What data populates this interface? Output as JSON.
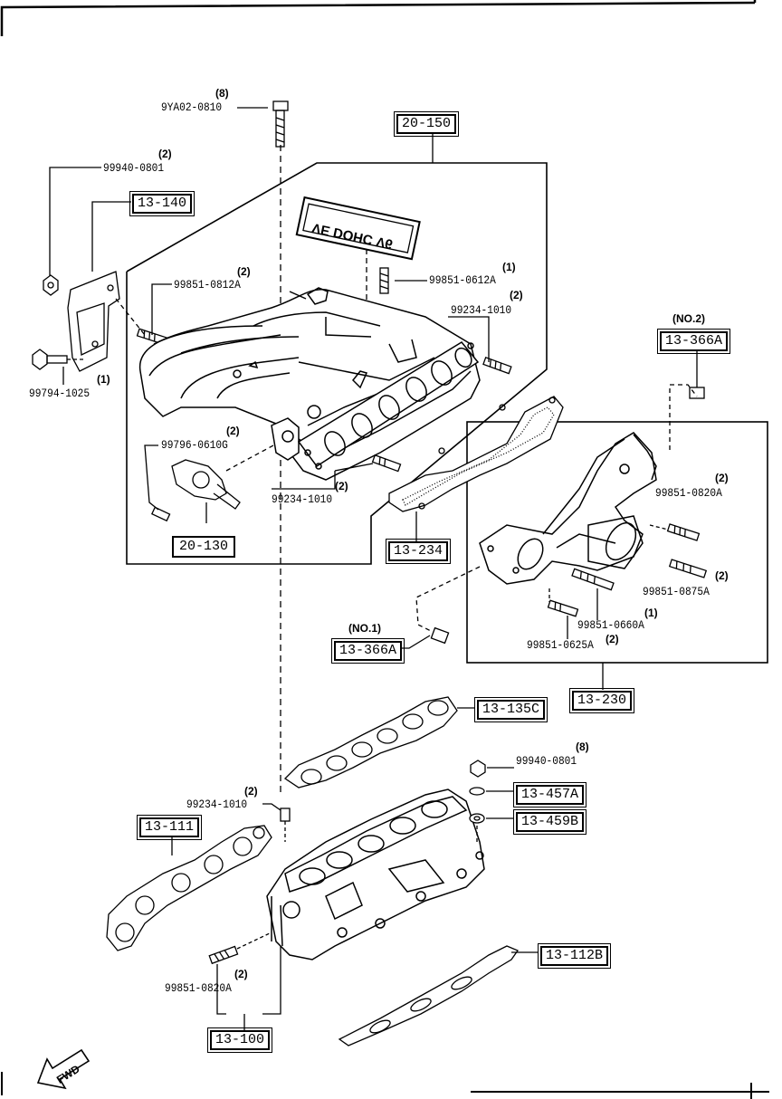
{
  "labels": {
    "bolt_top_qty": "(8)",
    "bolt_top_pn": "9YA02-0810",
    "nut_qty": "(2)",
    "nut_pn": "99940-0801",
    "stud_0812_qty": "(2)",
    "stud_0812_pn": "99851-0812A",
    "bolt_1025_qty": "(1)",
    "bolt_1025_pn": "99794-1025",
    "bolt_0610_qty": "(2)",
    "bolt_0610_pn": "99796-0610G",
    "stud_0612_qty": "(1)",
    "stud_0612_pn": "99851-0612A",
    "stud_1010a_qty": "(2)",
    "stud_1010a_pn": "99234-1010",
    "stud_1010b_qty": "(2)",
    "stud_1010b_pn": "99234-1010",
    "no2": "(NO.2)",
    "stud_0820a_qty": "(2)",
    "stud_0820a_pn": "99851-0820A",
    "stud_0875_qty": "(2)",
    "stud_0875_pn": "99851-0875A",
    "stud_0660_qty": "(1)",
    "stud_0660_pn": "99851-0660A",
    "stud_0625_pn": "99851-0625A",
    "stud_0625_qty": "(2)",
    "no1": "(NO.1)",
    "nut_bottom_qty": "(8)",
    "nut_bottom_pn": "99940-0801",
    "stud_1010c_qty": "(2)",
    "stud_1010c_pn": "99234-1010",
    "stud_0820b_qty": "(2)",
    "stud_0820b_pn": "99851-0820A",
    "fwd": "FWD"
  },
  "refs": {
    "r20150": "20-150",
    "r13140": "13-140",
    "r13366a_no2": "13-366A",
    "r20130": "20-130",
    "r13234": "13-234",
    "r13366a_no1": "13-366A",
    "r13230": "13-230",
    "r13135c": "13-135C",
    "r13457a": "13-457A",
    "r13459b": "13-459B",
    "r13111": "13-111",
    "r13112b": "13-112B",
    "r13100": "13-100"
  }
}
